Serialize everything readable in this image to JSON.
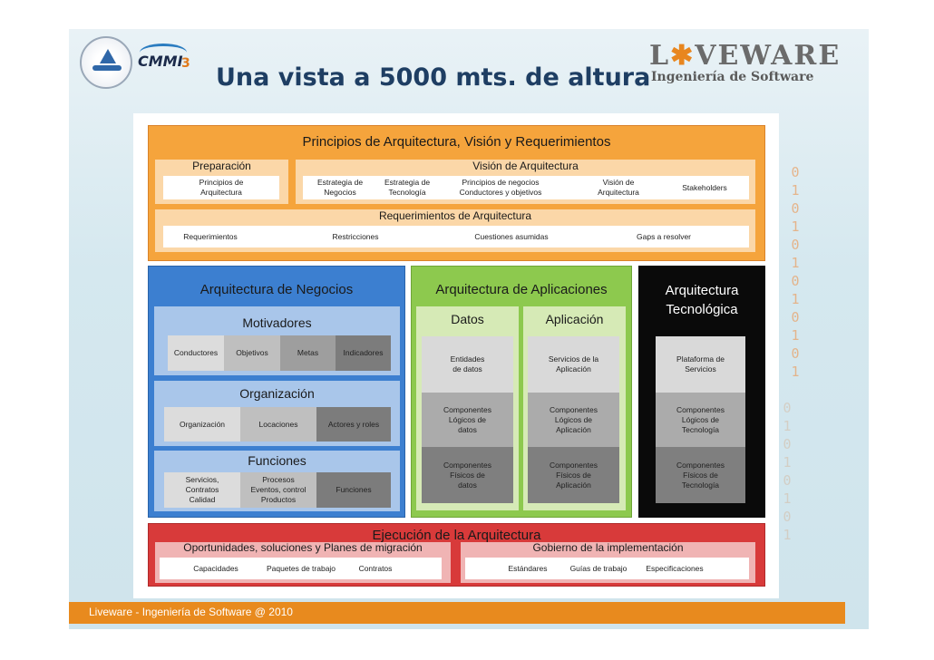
{
  "slide": {
    "title": "Una vista a 5000 mts. de altura",
    "footer": "Liveware - Ingeniería de Software @ 2010",
    "binary_top": [
      "0",
      "1",
      "0",
      "1",
      "0",
      "1",
      "0",
      "1",
      "0",
      "1",
      "0",
      "1"
    ],
    "binary_bottom": [
      "0",
      "1",
      "0",
      "1",
      "0",
      "1",
      "0",
      "1"
    ]
  },
  "logos": {
    "cmmi_text": "CMMI",
    "cmmi_level": "3",
    "brand_line1_a": "L",
    "brand_line1_b": "VEWARE",
    "brand_line2": "Ingeniería de Software"
  },
  "principios": {
    "title": "Principios de Arquitectura, Visión y Requerimientos",
    "preparacion": {
      "title": "Preparación",
      "items": [
        "Principios de\nArquitectura"
      ]
    },
    "vision": {
      "title": "Visión de Arquitectura",
      "items": [
        "Estrategia de\nNegocios",
        "Estrategia de\nTecnología",
        "Principios de negocios\nConductores y objetivos",
        "Visión de\nArquitectura",
        "Stakeholders"
      ]
    },
    "requerimientos": {
      "title": "Requerimientos de Arquitectura",
      "items": [
        "Requerimientos",
        "Restricciones",
        "Cuestiones asumidas",
        "Gaps a resolver"
      ]
    }
  },
  "negocios": {
    "title": "Arquitectura de Negocios",
    "motivadores": {
      "title": "Motivadores",
      "items": [
        "Conductores",
        "Objetivos",
        "Metas",
        "Indicadores"
      ]
    },
    "organizacion": {
      "title": "Organización",
      "items": [
        "Organización",
        "Locaciones",
        "Actores y roles"
      ]
    },
    "funciones": {
      "title": "Funciones",
      "items": [
        "Servicios,\nContratos\nCalidad",
        "Procesos\nEventos, control\nProductos",
        "Funciones"
      ]
    }
  },
  "aplicaciones": {
    "title": "Arquitectura de Aplicaciones",
    "datos": {
      "title": "Datos",
      "items": [
        "Entidades\nde datos",
        "Componentes\nLógicos de\ndatos",
        "Componentes\nFísicos de\ndatos"
      ]
    },
    "aplicacion": {
      "title": "Aplicación",
      "items": [
        "Servicios de la\nAplicación",
        "Componentes\nLógicos de\nAplicación",
        "Componentes\nFísicos de\nAplicación"
      ]
    }
  },
  "tecnologica": {
    "title": "Arquitectura\nTecnológica",
    "items": [
      "Plataforma de\nServicios",
      "Componentes\nLógicos de\nTecnología",
      "Componentes\nFísicos de\nTecnología"
    ]
  },
  "ejecucion": {
    "title": "Ejecución de la Arquitectura",
    "oportunidades": {
      "title": "Oportunidades, soluciones y Planes de migración",
      "items": [
        "Capacidades",
        "Paquetes de trabajo",
        "Contratos"
      ]
    },
    "gobierno": {
      "title": "Gobierno de la implementación",
      "items": [
        "Estándares",
        "Guías de trabajo",
        "Especificaciones"
      ]
    }
  },
  "colors": {
    "orange": "#f5a43c",
    "blue": "#3c7fd0",
    "green": "#8dc94e",
    "black": "#0a0a0a",
    "red": "#d83a3a",
    "footer": "#e88a1e",
    "title": "#1e3e63"
  }
}
